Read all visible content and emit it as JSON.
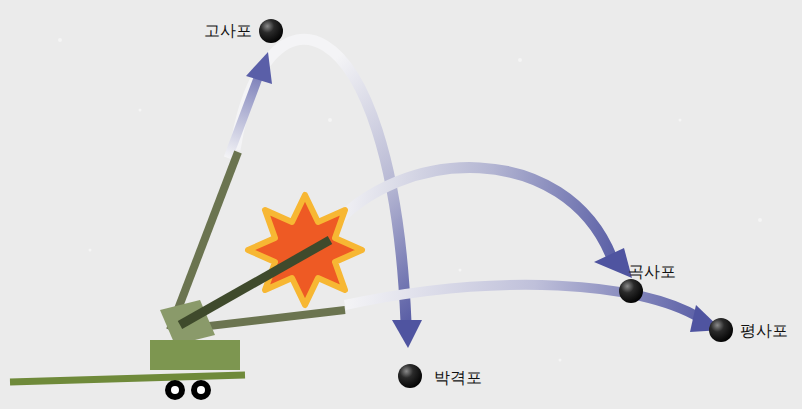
{
  "diagram": {
    "labels": [
      "고사포",
      "곡사포",
      "평사포",
      "박격포"
    ]
  }
}
